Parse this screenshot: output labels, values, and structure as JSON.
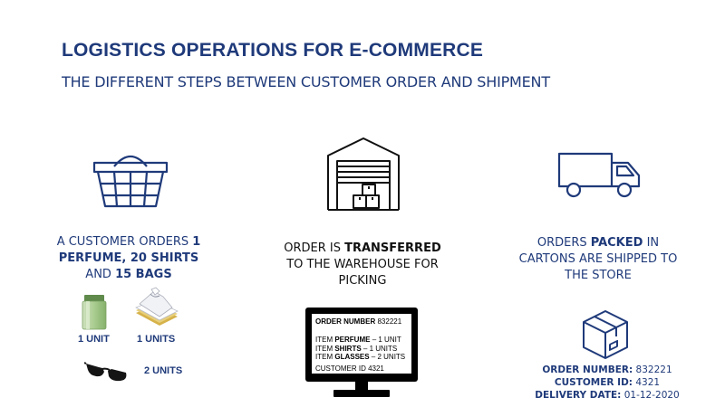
{
  "header": {
    "title": "LOGISTICS OPERATIONS FOR E-COMMERCE",
    "subtitle": "THE DIFFERENT STEPS BETWEEN CUSTOMER ORDER AND SHIPMENT"
  },
  "colors": {
    "navy": "#1f3a7a",
    "black": "#111111"
  },
  "step1": {
    "icon": "shopping-basket-icon",
    "caption": {
      "l1a": "A CUSTOMER ORDERS ",
      "l1b": "1",
      "l2": "PERFUME, 20 SHIRTS",
      "l3a": "AND ",
      "l3b": "15 BAGS"
    },
    "products": [
      {
        "icon": "perfume-icon",
        "label": "1 UNIT"
      },
      {
        "icon": "shirts-icon",
        "label": "1 UNITS"
      },
      {
        "icon": "sunglasses-icon",
        "label": "2 UNITS"
      }
    ]
  },
  "step2": {
    "icon": "warehouse-icon",
    "caption": {
      "l1a": "ORDER IS ",
      "l1b": "TRANSFERRED",
      "l2": "TO THE WAREHOUSE FOR",
      "l3": "PICKING"
    },
    "screen": {
      "icon": "monitor-icon",
      "order_label": "ORDER NUMBER",
      "order_value": "832221",
      "items": [
        {
          "prefix": "ITEM ",
          "name": "PERFUME",
          "qty": " – 1 UNIT"
        },
        {
          "prefix": "ITEM ",
          "name": "SHIRTS",
          "qty": " – 1 UNITS"
        },
        {
          "prefix": "ITEM ",
          "name": "GLASSES",
          "qty": " – 2 UNITS"
        }
      ],
      "customer": "CUSTOMER ID 4321"
    }
  },
  "step3": {
    "icon": "delivery-truck-icon",
    "caption": {
      "l1a": "ORDERS ",
      "l1b": "PACKED",
      "l1c": " IN",
      "l2": "CARTONS ARE SHIPPED TO",
      "l3": "THE STORE"
    },
    "package_icon": "package-box-icon",
    "order_info": [
      {
        "label": "ORDER NUMBER:",
        "value": " 832221"
      },
      {
        "label": "CUSTOMER ID:",
        "value": " 4321"
      },
      {
        "label": "DELIVERY DATE:",
        "value": " 01-12-2020"
      }
    ]
  }
}
